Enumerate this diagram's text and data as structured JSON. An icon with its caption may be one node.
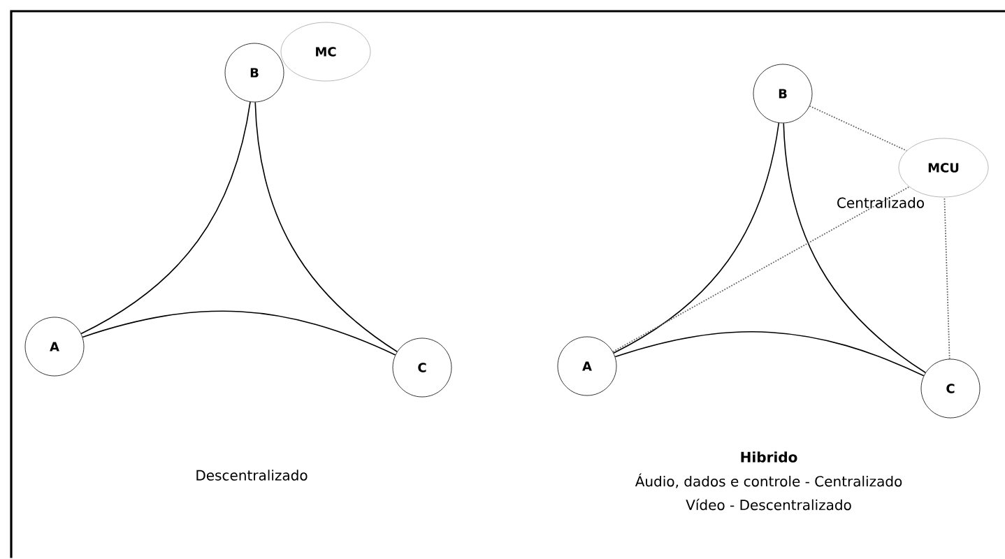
{
  "diagram": {
    "nodes": [
      {
        "text": [
          "A"
        ]
      },
      {
        "text": [
          "B"
        ]
      },
      {
        "text": [
          "C"
        ]
      },
      {
        "text": [
          "MC"
        ]
      },
      {
        "text": [
          "A"
        ]
      },
      {
        "text": [
          "B"
        ]
      },
      {
        "text": [
          "C"
        ]
      },
      {
        "text": [
          "MCU"
        ]
      }
    ],
    "edges": [
      {
        "from": 0,
        "to": 1,
        "arrow": "none"
      },
      {
        "from": 1,
        "to": 2,
        "arrow": "none"
      },
      {
        "from": 0,
        "to": 2,
        "arrow": "none"
      },
      {
        "from": 4,
        "to": 5,
        "arrow": "none"
      },
      {
        "from": 5,
        "to": 6,
        "arrow": "none"
      },
      {
        "from": 4,
        "to": 6,
        "arrow": "none"
      },
      {
        "from": 5,
        "to": 7,
        "arrow": "none",
        "style": "dashed",
        "color": "#666666"
      },
      {
        "from": 4,
        "to": 7,
        "arrow": "none",
        "style": "dashed",
        "color": "#666666"
      },
      {
        "from": 6,
        "to": 7,
        "arrow": "none",
        "style": "dashed",
        "color": "#666666"
      }
    ],
    "labels": [
      "Descentralizado",
      "Centralizado",
      "Hibrido",
      "Áudio, dados e controle - Centralizado",
      "Vídeo - Descentralizado"
    ]
  }
}
